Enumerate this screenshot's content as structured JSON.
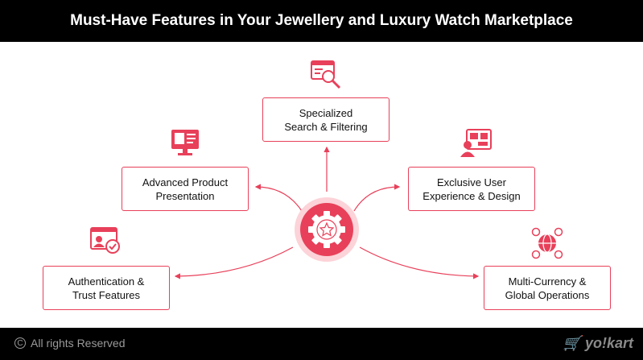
{
  "title": "Must-Have Features in Your Jewellery and Luxury Watch Marketplace",
  "center_icon": "gear-star-icon",
  "features": [
    {
      "line1": "Specialized",
      "line2": "Search & Filtering",
      "icon": "search-browser-icon"
    },
    {
      "line1": "Advanced Product",
      "line2": "Presentation",
      "icon": "product-display-icon"
    },
    {
      "line1": "Exclusive User",
      "line2": "Experience & Design",
      "icon": "user-design-icon"
    },
    {
      "line1": "Authentication &",
      "line2": "Trust Features",
      "icon": "verified-badge-icon"
    },
    {
      "line1": "Multi-Currency &",
      "line2": "Global Operations",
      "icon": "globe-currency-icon"
    }
  ],
  "footer": {
    "copyright": "All rights Reserved",
    "logo": "yo!kart"
  },
  "colors": {
    "accent": "#e8405a",
    "accent_light": "#fcd3d8",
    "bar": "#000000"
  }
}
